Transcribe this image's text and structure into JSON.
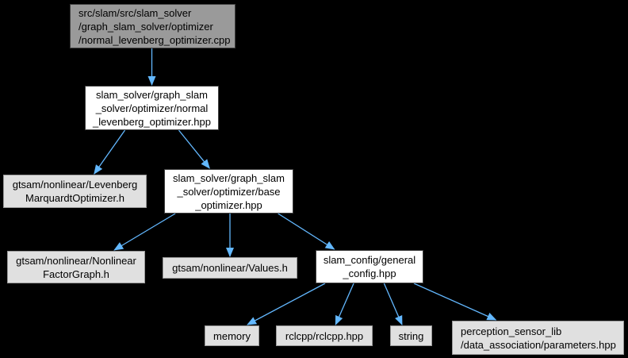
{
  "diagram": {
    "type": "include-dependency-graph",
    "colors": {
      "background": "#000000",
      "edge_arrow": "#63B8FF",
      "current_node_fill": "#9A9A9A",
      "internal_node_fill": "#FFFFFF",
      "external_node_fill": "#E0E0E0",
      "internal_node_border": "#404040",
      "external_node_border": "#999999"
    },
    "nodes": [
      {
        "id": "n1",
        "style": "current",
        "label": "src/slam/src/slam_solver\n/graph_slam_solver/optimizer\n/normal_levenberg_optimizer.cpp"
      },
      {
        "id": "n2",
        "style": "internal",
        "label": "slam_solver/graph_slam\n_solver/optimizer/normal\n_levenberg_optimizer.hpp"
      },
      {
        "id": "n3",
        "style": "external",
        "label": "gtsam/nonlinear/Levenberg\nMarquardtOptimizer.h"
      },
      {
        "id": "n4",
        "style": "internal",
        "label": "slam_solver/graph_slam\n_solver/optimizer/base\n_optimizer.hpp"
      },
      {
        "id": "n5",
        "style": "external",
        "label": "gtsam/nonlinear/Nonlinear\nFactorGraph.h"
      },
      {
        "id": "n6",
        "style": "external",
        "label": "gtsam/nonlinear/Values.h"
      },
      {
        "id": "n7",
        "style": "internal",
        "label": "slam_config/general\n_config.hpp"
      },
      {
        "id": "n8",
        "style": "external",
        "label": "memory"
      },
      {
        "id": "n9",
        "style": "external",
        "label": "rclcpp/rclcpp.hpp"
      },
      {
        "id": "n10",
        "style": "external",
        "label": "string"
      },
      {
        "id": "n11",
        "style": "external",
        "label": "perception_sensor_lib\n/data_association/parameters.hpp"
      }
    ],
    "edges": [
      [
        "n1",
        "n2"
      ],
      [
        "n2",
        "n3"
      ],
      [
        "n2",
        "n4"
      ],
      [
        "n4",
        "n5"
      ],
      [
        "n4",
        "n6"
      ],
      [
        "n4",
        "n7"
      ],
      [
        "n7",
        "n8"
      ],
      [
        "n7",
        "n9"
      ],
      [
        "n7",
        "n10"
      ],
      [
        "n7",
        "n11"
      ]
    ]
  }
}
